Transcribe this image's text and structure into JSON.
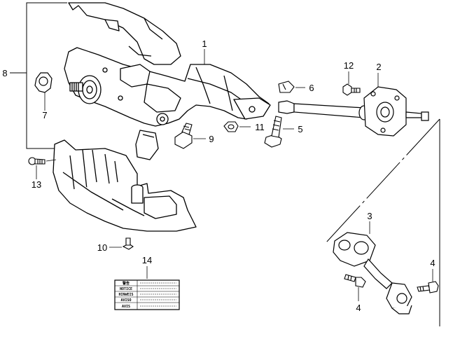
{
  "callouts": {
    "c1": "1",
    "c2": "2",
    "c3": "3",
    "c4a": "4",
    "c4b": "4",
    "c5": "5",
    "c6": "6",
    "c7": "7",
    "c8": "8",
    "c9": "9",
    "c10": "10",
    "c11": "11",
    "c12": "12",
    "c13": "13",
    "c14": "14"
  },
  "label_plate": {
    "header": "警告",
    "rows": [
      "NOTICE",
      "HINWEIS",
      "AVISO",
      "AVIS"
    ]
  },
  "colors": {
    "line": "#000000",
    "background": "#ffffff"
  }
}
